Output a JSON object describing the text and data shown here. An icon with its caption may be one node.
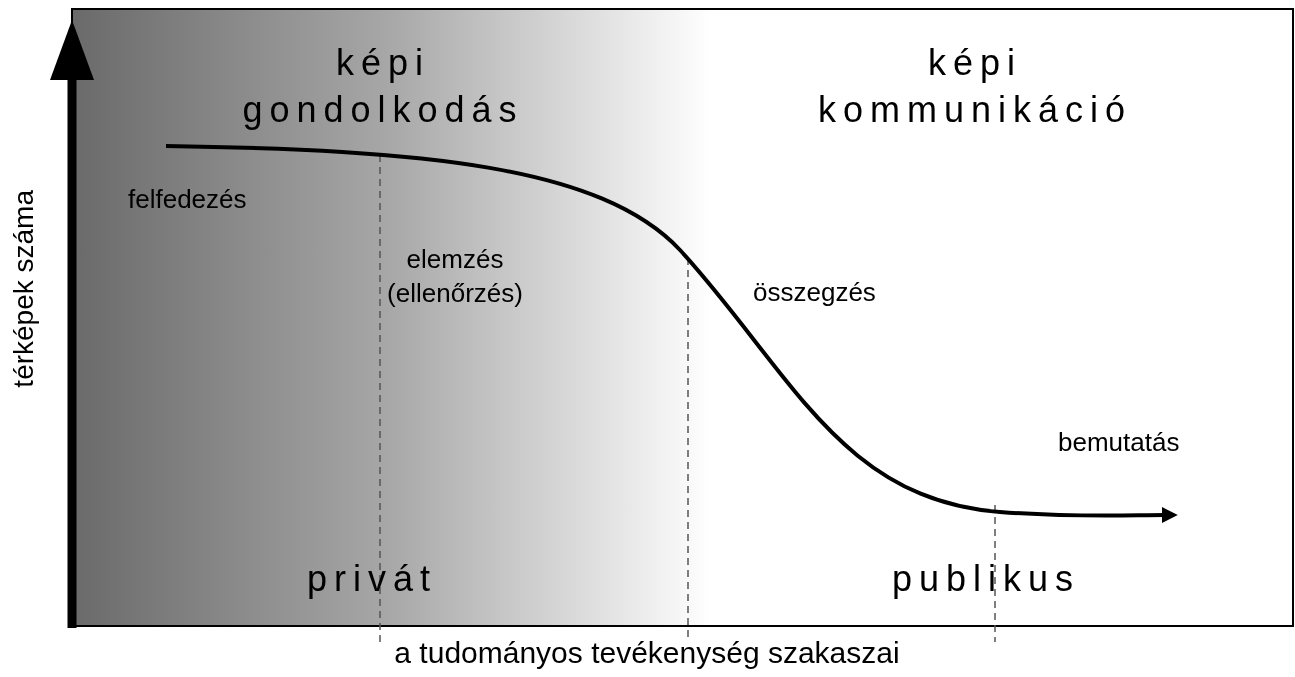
{
  "diagram": {
    "labels": [
      "képi gondolkodás",
      "képi kommunikáció",
      "felfedezés",
      "elemzés (ellenőrzés)",
      "összegzés",
      "bemutatás",
      "privát",
      "publikus",
      "térképek száma",
      "a tudományos tevékenység szakaszai"
    ]
  }
}
